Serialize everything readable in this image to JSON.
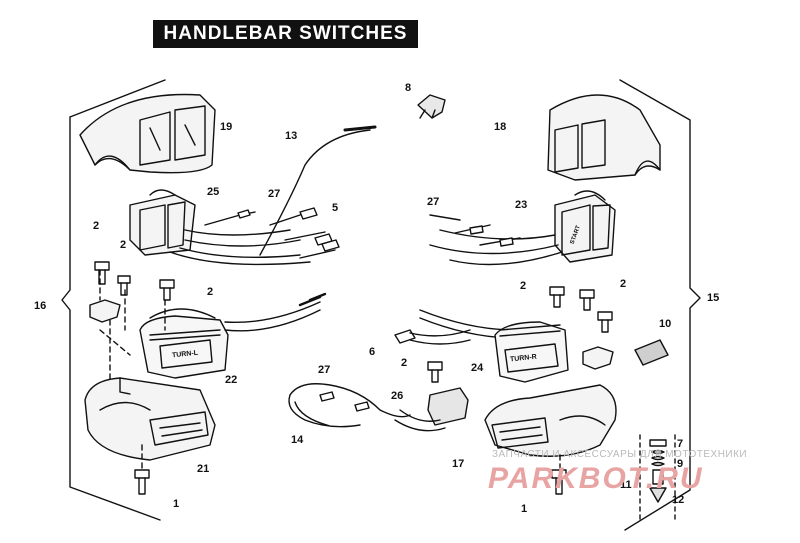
{
  "title": "HANDLEBAR SWITCHES",
  "callouts": [
    "19",
    "13",
    "25",
    "27",
    "5",
    "2",
    "2",
    "2",
    "16",
    "22",
    "21",
    "1",
    "8",
    "18",
    "27",
    "23",
    "2",
    "2",
    "15",
    "10",
    "6",
    "2",
    "24",
    "26",
    "27",
    "14",
    "17",
    "7",
    "9",
    "11",
    "12",
    "1"
  ],
  "switch_housing_labels": {
    "left": "TURN-L",
    "right": "TURN-R",
    "starter_text": "START"
  },
  "watermark": {
    "line1": "ЗАПЧАСТИ И АКСЕССУАРЫ ДЛЯ МОТОТЕХНИКИ",
    "line2": "PARKBOT.RU"
  },
  "colors": {
    "ink": "#111111",
    "paper": "#ffffff",
    "watermark_red": "#e8a3a3",
    "watermark_gray": "#b9b9b9"
  }
}
